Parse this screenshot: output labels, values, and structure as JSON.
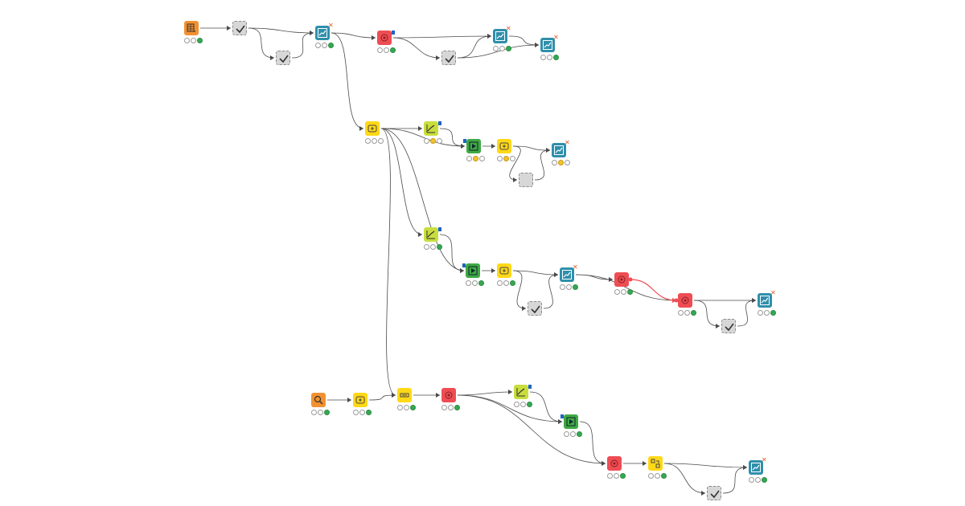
{
  "colors": {
    "orange": "#f39131",
    "gray": "#d7d7d7",
    "teal": "#2f8fab",
    "red": "#ee4d54",
    "yellow": "#ffd817",
    "lime": "#c9de3d",
    "green": "#3fa942",
    "edge": "#4a4a4a",
    "edge_highlight": "#ee4d54"
  },
  "nodes": [
    {
      "id": "n1",
      "kind": "orange",
      "icon": "table-reader-icon",
      "status": [
        "e",
        "e",
        "green"
      ]
    },
    {
      "id": "n2",
      "kind": "gray",
      "icon": "check-icon",
      "status": []
    },
    {
      "id": "n3",
      "kind": "gray",
      "icon": "check-icon",
      "status": []
    },
    {
      "id": "n4",
      "kind": "teal",
      "icon": "chart-view-icon",
      "status": [
        "e",
        "e",
        "green"
      ]
    },
    {
      "id": "n5",
      "kind": "red",
      "icon": "component-icon",
      "status": [
        "e",
        "e",
        "green"
      ]
    },
    {
      "id": "n6",
      "kind": "gray",
      "icon": "check-icon",
      "status": []
    },
    {
      "id": "n7",
      "kind": "teal",
      "icon": "chart-view-icon",
      "status": [
        "e",
        "e",
        "green"
      ]
    },
    {
      "id": "n8",
      "kind": "teal",
      "icon": "chart-view-icon",
      "status": [
        "e",
        "e",
        "green"
      ]
    },
    {
      "id": "n9",
      "kind": "yellow",
      "icon": "loop-icon",
      "status": [
        "e",
        "e",
        "e"
      ]
    },
    {
      "id": "n10",
      "kind": "lime",
      "icon": "learner-icon",
      "status": [
        "e",
        "yellow",
        "e"
      ]
    },
    {
      "id": "n11",
      "kind": "green",
      "icon": "predictor-icon",
      "status": [
        "e",
        "yellow",
        "e"
      ]
    },
    {
      "id": "n12",
      "kind": "yellow",
      "icon": "loop-icon",
      "status": [
        "e",
        "yellow",
        "e"
      ]
    },
    {
      "id": "n13",
      "kind": "gray",
      "icon": "blank-icon",
      "status": []
    },
    {
      "id": "n14",
      "kind": "teal",
      "icon": "chart-view-icon",
      "status": [
        "e",
        "yellow",
        "e"
      ]
    },
    {
      "id": "n15",
      "kind": "lime",
      "icon": "learner-icon",
      "status": [
        "e",
        "e",
        "green"
      ]
    },
    {
      "id": "n16",
      "kind": "green",
      "icon": "predictor-icon",
      "status": [
        "e",
        "e",
        "green"
      ]
    },
    {
      "id": "n17",
      "kind": "yellow",
      "icon": "loop-icon",
      "status": [
        "e",
        "e",
        "green"
      ]
    },
    {
      "id": "n18",
      "kind": "teal",
      "icon": "chart-view-icon",
      "status": [
        "e",
        "e",
        "green"
      ]
    },
    {
      "id": "n19",
      "kind": "gray",
      "icon": "check-icon",
      "status": []
    },
    {
      "id": "n20",
      "kind": "red",
      "icon": "component-icon",
      "status": [
        "e",
        "e",
        "green"
      ]
    },
    {
      "id": "n21",
      "kind": "red",
      "icon": "component-icon",
      "status": [
        "e",
        "e",
        "green"
      ]
    },
    {
      "id": "n22",
      "kind": "teal",
      "icon": "chart-view-icon",
      "status": [
        "e",
        "e",
        "green"
      ]
    },
    {
      "id": "n23",
      "kind": "gray",
      "icon": "check-icon",
      "status": []
    },
    {
      "id": "n24",
      "kind": "orange",
      "icon": "search-icon",
      "status": [
        "e",
        "e",
        "green"
      ]
    },
    {
      "id": "n25",
      "kind": "yellow",
      "icon": "loop-icon",
      "status": [
        "e",
        "e",
        "green"
      ]
    },
    {
      "id": "n26",
      "kind": "yellow",
      "icon": "transform-icon",
      "status": [
        "e",
        "e",
        "green"
      ]
    },
    {
      "id": "n27",
      "kind": "red",
      "icon": "component-icon",
      "status": [
        "e",
        "e",
        "green"
      ]
    },
    {
      "id": "n28",
      "kind": "lime",
      "icon": "learner-icon",
      "status": [
        "e",
        "e",
        "green"
      ]
    },
    {
      "id": "n29",
      "kind": "green",
      "icon": "predictor-icon",
      "status": [
        "e",
        "e",
        "green"
      ]
    },
    {
      "id": "n30",
      "kind": "red",
      "icon": "component-icon",
      "status": [
        "e",
        "e",
        "green"
      ]
    },
    {
      "id": "n31",
      "kind": "yellow",
      "icon": "pivot-icon",
      "status": [
        "e",
        "e",
        "green"
      ]
    },
    {
      "id": "n32",
      "kind": "teal",
      "icon": "chart-view-icon",
      "status": [
        "e",
        "e",
        "green"
      ]
    },
    {
      "id": "n33",
      "kind": "gray",
      "icon": "check-icon",
      "status": []
    }
  ],
  "edges": [
    [
      "n1",
      "n2"
    ],
    [
      "n2",
      "n4"
    ],
    [
      "n2",
      "n3"
    ],
    [
      "n3",
      "n4"
    ],
    [
      "n4",
      "n5"
    ],
    [
      "n5",
      "n7"
    ],
    [
      "n5",
      "n6"
    ],
    [
      "n6",
      "n7"
    ],
    [
      "n7",
      "n8"
    ],
    [
      "n6",
      "n8"
    ],
    [
      "n4",
      "n9"
    ],
    [
      "n9",
      "n10"
    ],
    [
      "n10",
      "n11"
    ],
    [
      "n9",
      "n11"
    ],
    [
      "n11",
      "n12"
    ],
    [
      "n12",
      "n14"
    ],
    [
      "n12",
      "n13"
    ],
    [
      "n13",
      "n14"
    ],
    [
      "n9",
      "n15"
    ],
    [
      "n15",
      "n16"
    ],
    [
      "n9",
      "n16"
    ],
    [
      "n16",
      "n17"
    ],
    [
      "n17",
      "n18"
    ],
    [
      "n17",
      "n19"
    ],
    [
      "n19",
      "n18"
    ],
    [
      "n18",
      "n20"
    ],
    [
      "n18",
      "n21"
    ],
    [
      "n21",
      "n22"
    ],
    [
      "n21",
      "n23"
    ],
    [
      "n23",
      "n22"
    ],
    [
      "n9",
      "n26"
    ],
    [
      "n24",
      "n25"
    ],
    [
      "n25",
      "n26"
    ],
    [
      "n26",
      "n27"
    ],
    [
      "n27",
      "n28"
    ],
    [
      "n27",
      "n29"
    ],
    [
      "n28",
      "n29"
    ],
    [
      "n29",
      "n30"
    ],
    [
      "n27",
      "n30"
    ],
    [
      "n30",
      "n31"
    ],
    [
      "n31",
      "n32"
    ],
    [
      "n31",
      "n33"
    ],
    [
      "n33",
      "n32"
    ]
  ],
  "highlight_edges": [
    [
      "n20",
      "n21"
    ]
  ]
}
